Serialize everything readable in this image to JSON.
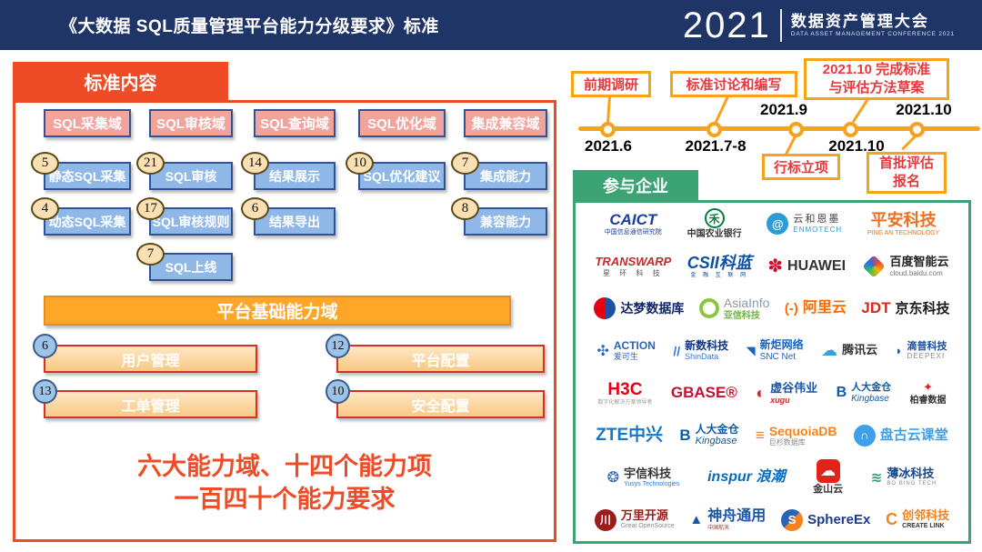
{
  "colors": {
    "header_navy": "#1F3467",
    "accent_red": "#EE4B26",
    "timeline_orange": "#F7A21B",
    "timeline_label_red": "#E8383D",
    "green": "#3CA374",
    "domain_pink": "#F1A39C",
    "item_blue": "#8FB8E8",
    "box_border_navy": "#2F5496",
    "platform_orange": "#FFA527",
    "platform_peach": "#F8C884",
    "badge_tan": "#FBE0B4",
    "badge_blue": "#9DC3E6"
  },
  "header": {
    "title": "《大数据 SQL质量管理平台能力分级要求》标准",
    "conf_year": "2021",
    "conf_name": "数据资产管理大会",
    "conf_sub": "DATA ASSET MANAGEMENT CONFERENCE 2021"
  },
  "standard": {
    "tab": "标准内容",
    "columns": [
      {
        "header": "SQL采集域",
        "items": [
          {
            "badge": "5",
            "label": "静态SQL采集"
          },
          {
            "badge": "4",
            "label": "动态SQL采集"
          }
        ]
      },
      {
        "header": "SQL审核域",
        "items": [
          {
            "badge": "21",
            "label": "SQL审核"
          },
          {
            "badge": "17",
            "label": "SQL审核规则"
          },
          {
            "badge": "7",
            "label": "SQL上线"
          }
        ]
      },
      {
        "header": "SQL查询域",
        "items": [
          {
            "badge": "14",
            "label": "结果展示"
          },
          {
            "badge": "6",
            "label": "结果导出"
          }
        ]
      },
      {
        "header": "SQL优化域",
        "items": [
          {
            "badge": "10",
            "label": "SQL优化建议"
          }
        ]
      },
      {
        "header": "集成兼容域",
        "items": [
          {
            "badge": "7",
            "label": "集成能力"
          },
          {
            "badge": "8",
            "label": "兼容能力"
          }
        ]
      }
    ],
    "platform_bar": "平台基础能力域",
    "platform_items": [
      {
        "badge": "6",
        "label": "用户管理"
      },
      {
        "badge": "12",
        "label": "平台配置"
      },
      {
        "badge": "13",
        "label": "工单管理"
      },
      {
        "badge": "10",
        "label": "安全配置"
      }
    ],
    "summary1": "六大能力域、十四个能力项",
    "summary2": "一百四十个能力要求"
  },
  "timeline": {
    "m1": {
      "box": "前期调研",
      "date": "2021.6"
    },
    "m2": {
      "box": "标准讨论和编写",
      "date": "2021.7-8"
    },
    "m3": {
      "box": "行标立项",
      "date": "2021.9"
    },
    "m4": {
      "box1": "2021.10 完成标准",
      "box2": "与评估方法草案",
      "date": "2021.10"
    },
    "m5": {
      "box1": "首批评估",
      "box2": "报名",
      "date": "2021.10"
    }
  },
  "participants": {
    "tab": "参与企业",
    "rows": [
      [
        {
          "id": "caict",
          "dir": "v",
          "lines": [
            {
              "t": "CAICT",
              "c": "#1B3E9B",
              "s": 17,
              "b": 1,
              "i": 1
            },
            {
              "t": "中国信息通信研究院",
              "c": "#1B3E9B",
              "s": 7
            }
          ]
        },
        {
          "id": "agricultural-bank-of-china",
          "dir": "v",
          "icon": {
            "shape": "ring",
            "glyph": "禾",
            "color": "#00823F",
            "border": "2px solid #00823F",
            "size": 12
          },
          "lines": [
            {
              "t": "中国农业银行",
              "c": "#333333",
              "s": 10,
              "b": 1
            }
          ]
        },
        {
          "id": "enmotech",
          "dir": "h",
          "icon": {
            "shape": "circle",
            "glyph": "@",
            "color": "#ffffff",
            "bg": "#2B9CD8",
            "size": 13
          },
          "lines": [
            {
              "t": "云和恩墨",
              "c": "#444444",
              "s": 11,
              "ls": 2
            },
            {
              "t": "ENMOTECH",
              "c": "#2B9CD8",
              "s": 8,
              "ls": 1
            }
          ]
        },
        {
          "id": "pingan-technology",
          "dir": "v",
          "lines": [
            {
              "t": "平安科技",
              "c": "#F06F1F",
              "s": 18,
              "b": 1
            },
            {
              "t": "PING AN TECHNOLOGY",
              "c": "#F06F1F",
              "s": 7
            }
          ]
        }
      ],
      [
        {
          "id": "transwarp",
          "dir": "v",
          "lines": [
            {
              "t": "TRANSWARP",
              "c": "#C9262B",
              "s": 13,
              "b": 1,
              "i": 1
            },
            {
              "t": "星 环 科 技",
              "c": "#555555",
              "s": 8,
              "ls": 4
            }
          ]
        },
        {
          "id": "csii",
          "dir": "v",
          "lines": [
            {
              "t": "CSII科蓝",
              "c": "#0B50A4",
              "s": 18,
              "b": 1,
              "i": 1
            },
            {
              "t": "金 融 互 联 网",
              "c": "#0B50A4",
              "s": 6,
              "ls": 3
            }
          ]
        },
        {
          "id": "huawei",
          "dir": "h",
          "icon": {
            "shape": "none",
            "glyph": "✽",
            "color": "#CE0E2D",
            "size": 20
          },
          "lines": [
            {
              "t": "HUAWEI",
              "c": "#333333",
              "s": 16,
              "b": 1
            }
          ]
        },
        {
          "id": "baidu-cloud",
          "dir": "h",
          "icon": {
            "shape": "diamond",
            "bg": "conic-gradient(#E8443C,#F7B500,#30BF62,#2468F2,#E8443C)",
            "glyph": "",
            "size": 10
          },
          "lines": [
            {
              "t": "百度智能云",
              "c": "#222222",
              "s": 13,
              "b": 1
            },
            {
              "t": "cloud.baidu.com",
              "c": "#777777",
              "s": 8
            }
          ]
        }
      ],
      [
        {
          "id": "dameng",
          "dir": "h",
          "icon": {
            "shape": "circle",
            "bg": "linear-gradient(90deg,#E60012 50%,#1E50A2 50%)",
            "glyph": "",
            "size": 10
          },
          "lines": [
            {
              "t": "达梦数据库",
              "c": "#10286B",
              "s": 14,
              "b": 1
            }
          ]
        },
        {
          "id": "asiainfo",
          "dir": "h",
          "icon": {
            "shape": "ring",
            "glyph": "",
            "border": "4px solid #8CC63F",
            "size": 10
          },
          "lines": [
            {
              "t": "AsiaInfo",
              "c": "#8A9BA8",
              "s": 14
            },
            {
              "t": "亚信科技",
              "c": "#6DB33F",
              "s": 10,
              "b": 1
            }
          ]
        },
        {
          "id": "alibaba-cloud",
          "dir": "h",
          "icon": {
            "shape": "none",
            "glyph": "(-)",
            "color": "#FF6A00",
            "size": 15
          },
          "lines": [
            {
              "t": "阿里云",
              "c": "#FF6A00",
              "s": 16,
              "b": 1
            }
          ]
        },
        {
          "id": "jd-technology",
          "dir": "h",
          "icon": {
            "shape": "none",
            "glyph": "JDT",
            "color": "#E1251B",
            "size": 17
          },
          "lines": [
            {
              "t": "京东科技",
              "c": "#1A1A1A",
              "s": 15,
              "b": 1
            }
          ]
        }
      ],
      [
        {
          "id": "action-actionsky",
          "dir": "h",
          "icon": {
            "shape": "none",
            "glyph": "✣",
            "color": "#2B63B8",
            "size": 16
          },
          "lines": [
            {
              "t": "ACTION",
              "c": "#2B63B8",
              "s": 12,
              "b": 1
            },
            {
              "t": "爱可生",
              "c": "#2B63B8",
              "s": 9
            }
          ]
        },
        {
          "id": "shindata",
          "dir": "h",
          "icon": {
            "shape": "none",
            "glyph": "//",
            "color": "#2B7BD4",
            "size": 14
          },
          "lines": [
            {
              "t": "新数科技",
              "c": "#12357F",
              "s": 12,
              "b": 1
            },
            {
              "t": "ShinData",
              "c": "#2B7BD4",
              "s": 9
            }
          ]
        },
        {
          "id": "snc-net",
          "dir": "h",
          "icon": {
            "shape": "none",
            "glyph": "◥",
            "color": "#1565C0",
            "size": 13
          },
          "lines": [
            {
              "t": "新炬网络",
              "c": "#1565C0",
              "s": 12,
              "b": 1
            },
            {
              "t": "SNC Net",
              "c": "#1565C0",
              "s": 10
            }
          ]
        },
        {
          "id": "tencent-cloud",
          "dir": "h",
          "icon": {
            "shape": "none",
            "glyph": "☁",
            "color": "#2EA3E6",
            "size": 18
          },
          "lines": [
            {
              "t": "腾讯云",
              "c": "#333333",
              "s": 13,
              "b": 1
            }
          ]
        },
        {
          "id": "deepexi",
          "dir": "h",
          "icon": {
            "shape": "none",
            "glyph": "◗",
            "color": "#1C4FA0",
            "size": 13
          },
          "lines": [
            {
              "t": "滴普科技",
              "c": "#1C4FA0",
              "s": 11,
              "b": 1
            },
            {
              "t": "DEEPEXI",
              "c": "#888888",
              "s": 8,
              "ls": 1
            }
          ]
        }
      ],
      [
        {
          "id": "h3c",
          "dir": "v",
          "lines": [
            {
              "t": "H3C",
              "c": "#E60012",
              "s": 19,
              "b": 1
            },
            {
              "t": "数字化解决方案领导者",
              "c": "#999999",
              "s": 6
            }
          ]
        },
        {
          "id": "gbase",
          "dir": "v",
          "lines": [
            {
              "t": "GBASE®",
              "c": "#C8102E",
              "s": 17,
              "b": 1
            }
          ]
        },
        {
          "id": "xugu",
          "dir": "h",
          "icon": {
            "shape": "none",
            "glyph": "◐",
            "color": "#D22A23",
            "size": 18
          },
          "lines": [
            {
              "t": "虚谷伟业",
              "c": "#1B56A8",
              "s": 13,
              "b": 1
            },
            {
              "t": "xugu",
              "c": "#D22A23",
              "s": 9,
              "b": 1,
              "i": 1
            }
          ]
        },
        {
          "id": "kingbase",
          "dir": "h",
          "icon": {
            "shape": "none",
            "glyph": "B",
            "color": "#0F5BA5",
            "size": 16
          },
          "lines": [
            {
              "t": "人大金仓",
              "c": "#0F5BA5",
              "s": 11,
              "b": 1
            },
            {
              "t": "Kingbase",
              "c": "#0F5BA5",
              "s": 10,
              "i": 1
            }
          ]
        },
        {
          "id": "boray-data",
          "dir": "v",
          "icon": {
            "shape": "none",
            "glyph": "✦",
            "color": "#D22A23",
            "size": 13
          },
          "lines": [
            {
              "t": "柏睿数据",
              "c": "#333333",
              "s": 10,
              "b": 1
            }
          ]
        }
      ],
      [
        {
          "id": "zte",
          "dir": "v",
          "lines": [
            {
              "t": "ZTE中兴",
              "c": "#1577C9",
              "s": 19,
              "b": 1
            }
          ]
        },
        {
          "id": "kingbase-2",
          "dir": "h",
          "icon": {
            "shape": "none",
            "glyph": "B",
            "color": "#0F5BA5",
            "size": 17
          },
          "lines": [
            {
              "t": "人大金仓",
              "c": "#0F5BA5",
              "s": 12,
              "b": 1
            },
            {
              "t": "Kingbase",
              "c": "#0F5BA5",
              "s": 11,
              "i": 1
            }
          ]
        },
        {
          "id": "sequoiadb",
          "dir": "h",
          "icon": {
            "shape": "none",
            "glyph": "≡",
            "color": "#F5821F",
            "size": 17
          },
          "lines": [
            {
              "t": "SequoiaDB",
              "c": "#F5821F",
              "s": 14,
              "b": 1
            },
            {
              "t": "巨杉数据库",
              "c": "#888888",
              "s": 8
            }
          ]
        },
        {
          "id": "pangu-cloud-class",
          "dir": "h",
          "icon": {
            "shape": "circle",
            "glyph": "∩",
            "color": "#ffffff",
            "bg": "#3FA0E8",
            "size": 13
          },
          "lines": [
            {
              "t": "盘古云课堂",
              "c": "#3FA0E8",
              "s": 15,
              "b": 1
            }
          ]
        }
      ],
      [
        {
          "id": "yusys",
          "dir": "h",
          "icon": {
            "shape": "none",
            "glyph": "❂",
            "color": "#2B63B8",
            "size": 16
          },
          "lines": [
            {
              "t": "宇信科技",
              "c": "#333333",
              "s": 13,
              "b": 1
            },
            {
              "t": "Yusys Technologies",
              "c": "#2B7BD4",
              "s": 7
            }
          ]
        },
        {
          "id": "inspur",
          "dir": "v",
          "lines": [
            {
              "t": "inspur 浪潮",
              "c": "#0C6BB8",
              "s": 16,
              "b": 1,
              "i": 1
            }
          ]
        },
        {
          "id": "kingsoft-cloud",
          "dir": "v",
          "icon": {
            "shape": "square",
            "glyph": "☁",
            "color": "#ffffff",
            "bg": "#E2231A",
            "size": 17
          },
          "lines": [
            {
              "t": "金山云",
              "c": "#333333",
              "s": 11,
              "b": 1
            }
          ]
        },
        {
          "id": "bobing-tech",
          "dir": "h",
          "icon": {
            "shape": "none",
            "glyph": "≋",
            "color": "#2E9E6B",
            "size": 15
          },
          "lines": [
            {
              "t": "薄冰科技",
              "c": "#164A8A",
              "s": 13,
              "b": 1
            },
            {
              "t": "BO BING TECH",
              "c": "#888888",
              "s": 6,
              "ls": 1
            }
          ]
        }
      ],
      [
        {
          "id": "greatdb-opensource",
          "dir": "h",
          "icon": {
            "shape": "circle",
            "glyph": "川",
            "color": "#ffffff",
            "bg": "#9E1B1B",
            "size": 12
          },
          "lines": [
            {
              "t": "万里开源",
              "c": "#9E1B1B",
              "s": 13,
              "b": 1
            },
            {
              "t": "Great OpenSource",
              "c": "#888888",
              "s": 7
            }
          ]
        },
        {
          "id": "shenzhou-general",
          "dir": "h",
          "icon": {
            "shape": "none",
            "glyph": "▲",
            "color": "#1B56A8",
            "size": 15
          },
          "lines": [
            {
              "t": "神舟通用",
              "c": "#1B56A8",
              "s": 16,
              "b": 1
            },
            {
              "t": "中国航天",
              "c": "#CC2222",
              "s": 6
            }
          ]
        },
        {
          "id": "sphereex",
          "dir": "h",
          "icon": {
            "shape": "circle",
            "glyph": "S",
            "color": "#ffffff",
            "bg": "linear-gradient(135deg,#2B63B8 50%,#F5821F 50%)",
            "size": 13
          },
          "lines": [
            {
              "t": "SphereEx",
              "c": "#1B3C8C",
              "s": 15,
              "b": 1
            }
          ]
        },
        {
          "id": "create-link",
          "dir": "h",
          "icon": {
            "shape": "none",
            "glyph": "C",
            "color": "#F58220",
            "size": 18
          },
          "lines": [
            {
              "t": "创邻科技",
              "c": "#F58220",
              "s": 13,
              "b": 1
            },
            {
              "t": "CREATE LINK",
              "c": "#333333",
              "s": 7,
              "b": 1
            }
          ]
        }
      ]
    ]
  }
}
